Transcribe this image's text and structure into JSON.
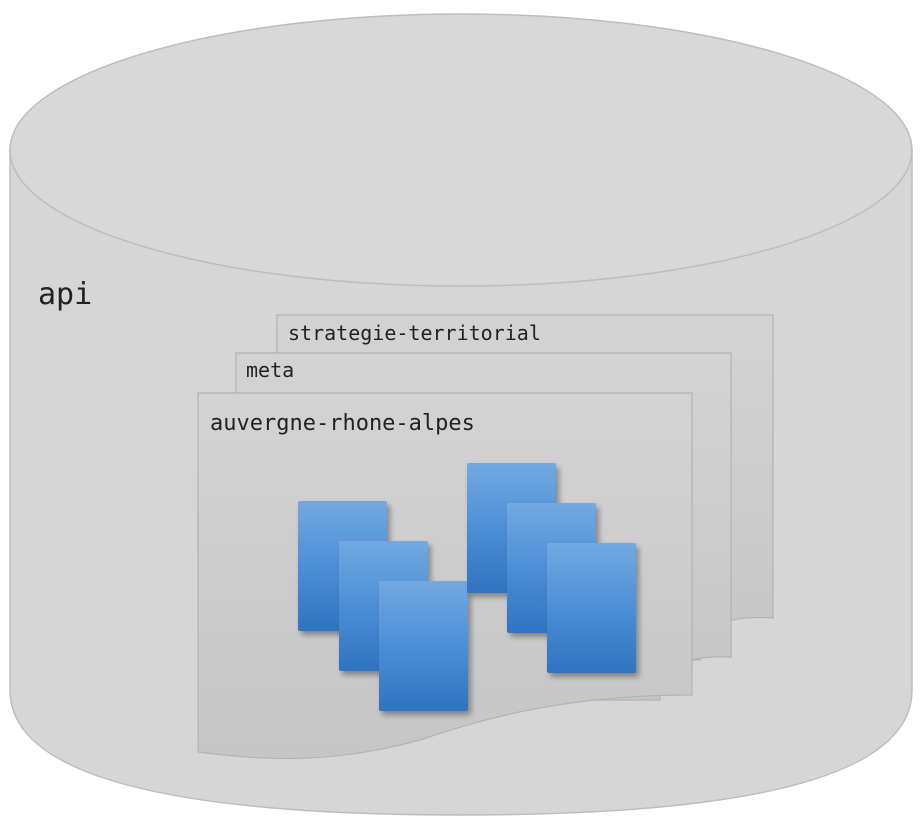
{
  "database": {
    "name": "api"
  },
  "schemas": [
    {
      "name": "strategie-territorial"
    },
    {
      "name": "meta"
    },
    {
      "name": "auvergne-rhone-alpes"
    }
  ],
  "colors": {
    "cylinder_fill": "#d6d6d6",
    "cylinder_stroke": "#bdbdbd",
    "schema_fill": "#d0d0d0",
    "schema_stroke": "#b0b0b0",
    "table_blue": "#4a90d9"
  },
  "icons": {
    "tables": "table-icon"
  }
}
